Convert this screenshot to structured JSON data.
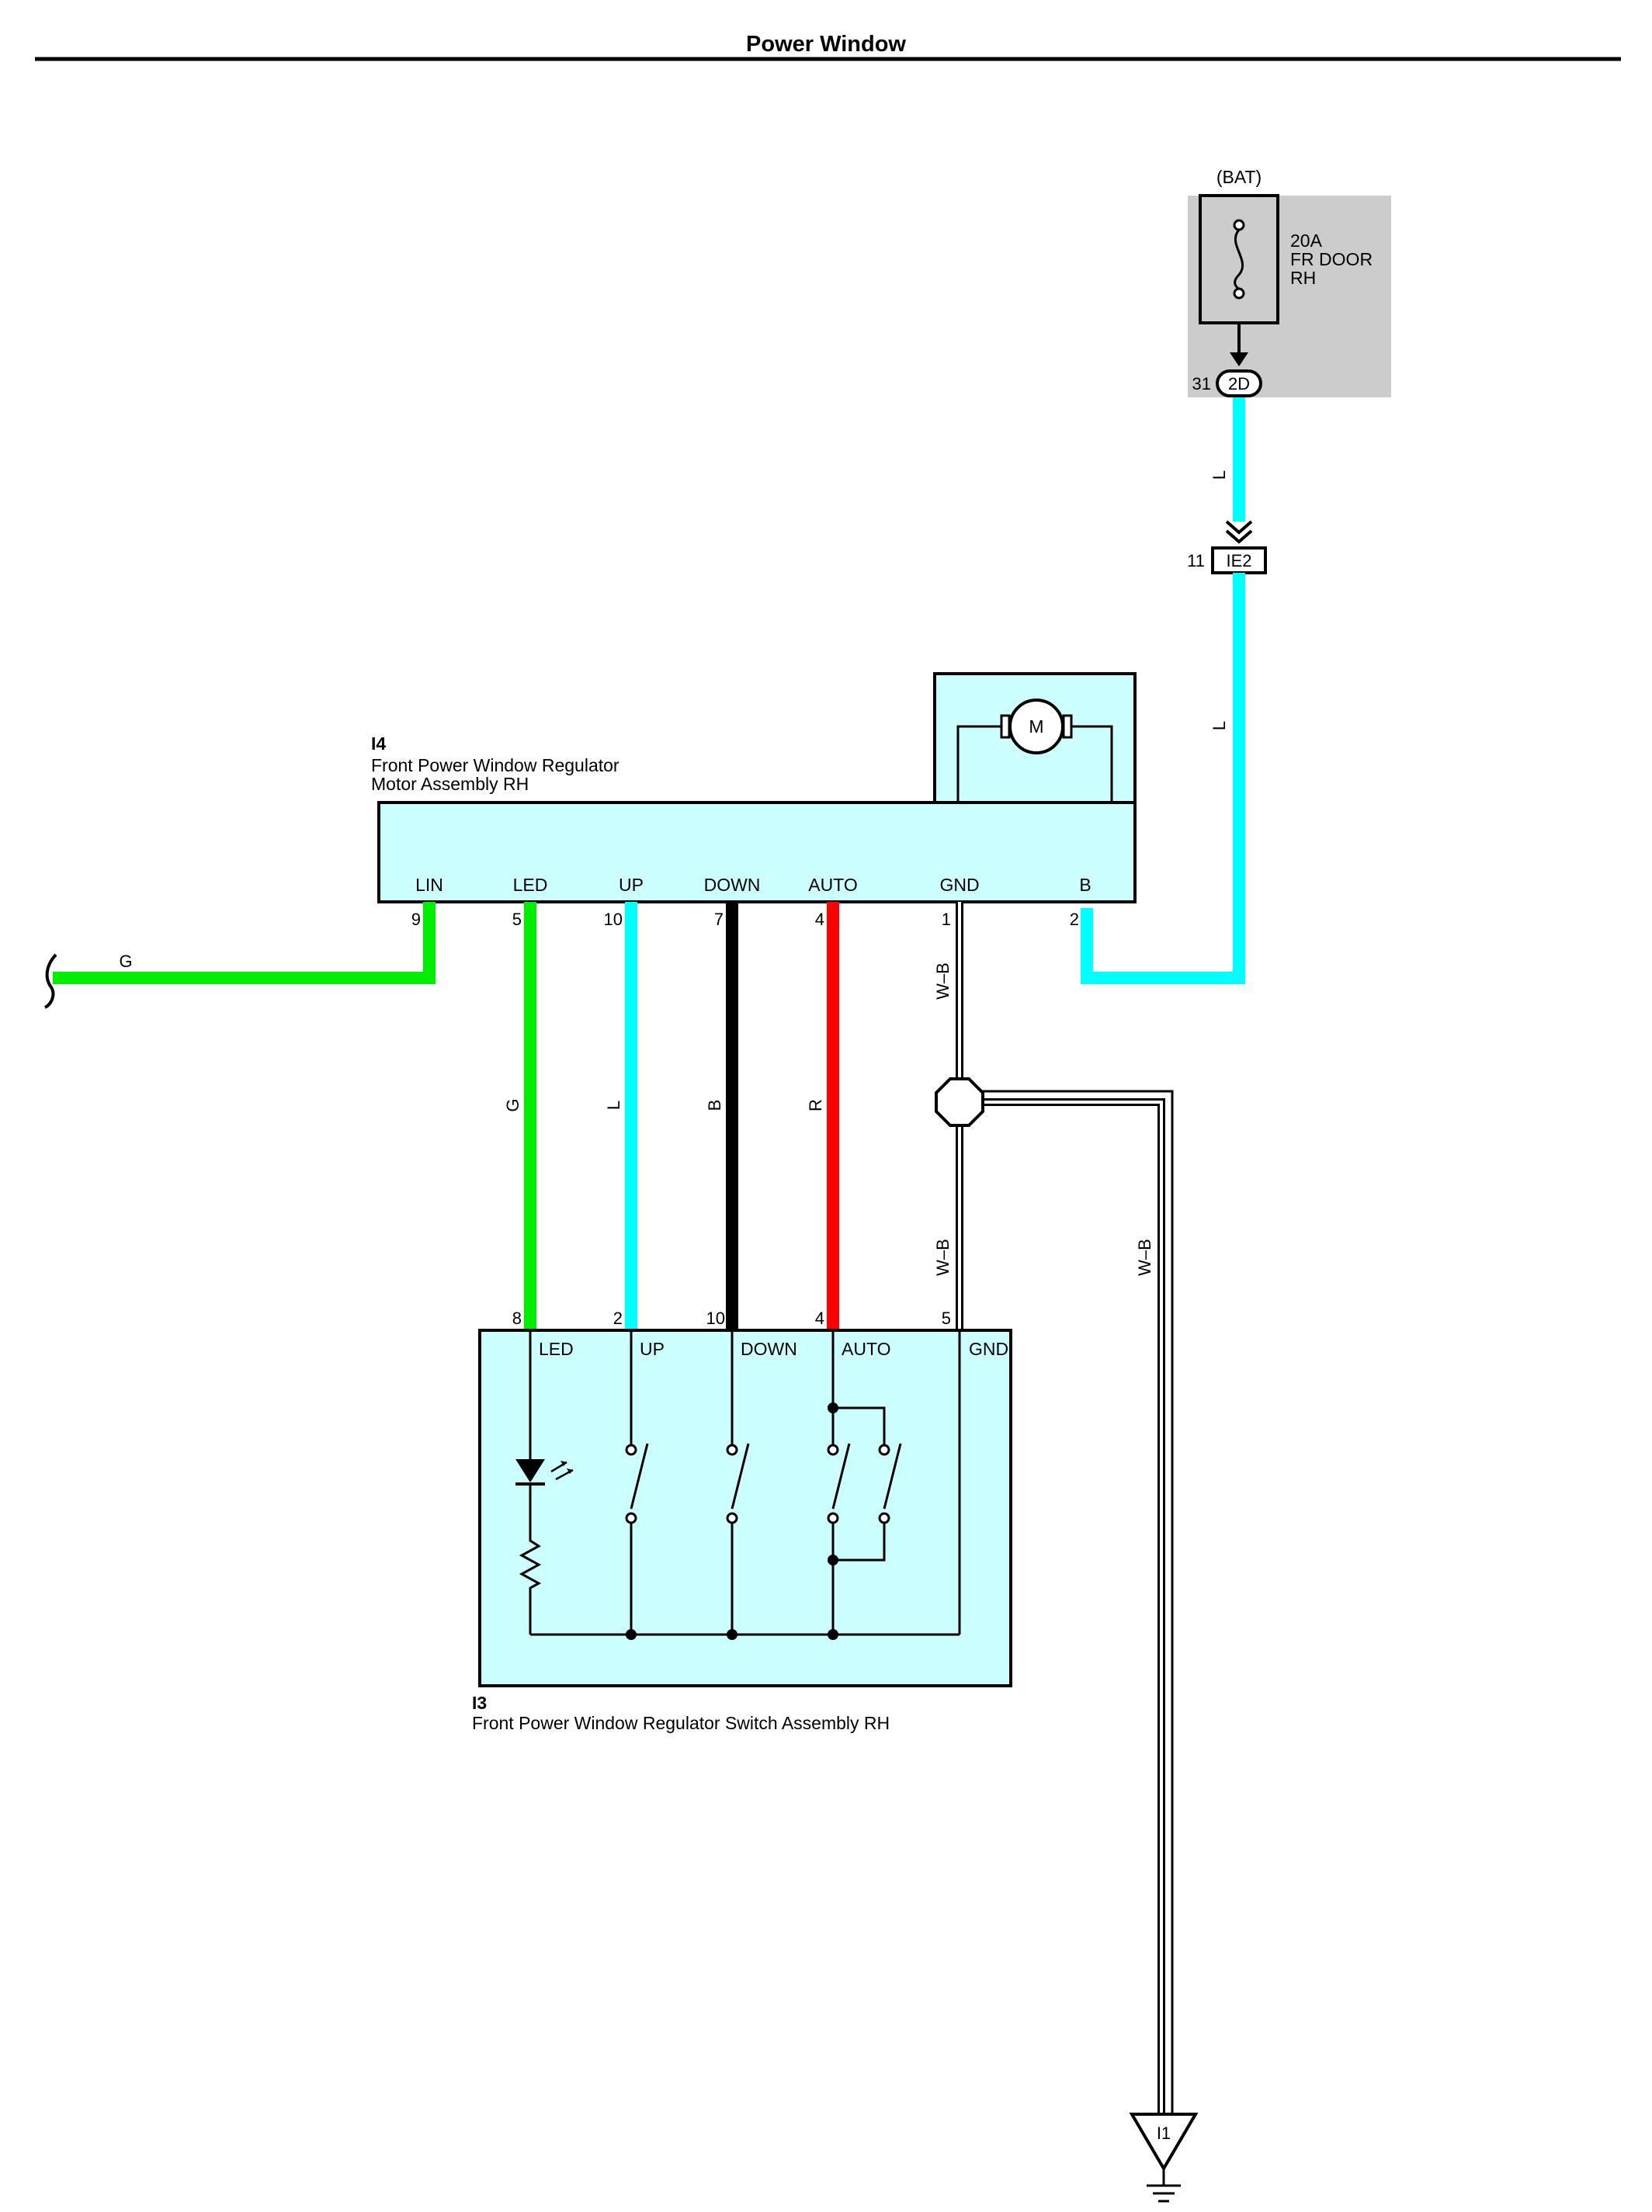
{
  "title": "Power Window",
  "colors": {
    "G": "#00ee00",
    "L": "#00ffff",
    "B": "#000000",
    "R": "#ff0000",
    "box_fill": "#ccffff",
    "fuse_box_fill": "#cccccc"
  },
  "fuse": {
    "source": "(BAT)",
    "rating": "20A",
    "name_line1": "FR DOOR",
    "name_line2": "RH",
    "connector_pin": "31",
    "connector": "2D"
  },
  "junction": {
    "pin": "11",
    "connector": "IE2"
  },
  "motor": {
    "id": "I4",
    "name_line1": "Front Power Window Regulator",
    "name_line2": "Motor Assembly RH",
    "symbol": "M",
    "terminals": [
      {
        "name": "LIN",
        "pin": "9"
      },
      {
        "name": "LED",
        "pin": "5"
      },
      {
        "name": "UP",
        "pin": "10"
      },
      {
        "name": "DOWN",
        "pin": "7"
      },
      {
        "name": "AUTO",
        "pin": "4"
      },
      {
        "name": "GND",
        "pin": "1"
      },
      {
        "name": "B",
        "pin": "2"
      }
    ]
  },
  "switch": {
    "id": "I3",
    "name": "Front Power Window Regulator Switch Assembly RH",
    "terminals": [
      {
        "name": "LED",
        "pin": "8"
      },
      {
        "name": "UP",
        "pin": "2"
      },
      {
        "name": "DOWN",
        "pin": "10"
      },
      {
        "name": "AUTO",
        "pin": "4"
      },
      {
        "name": "GND",
        "pin": "5"
      }
    ]
  },
  "wire_labels": {
    "lin": "G",
    "led": "G",
    "up": "L",
    "down": "B",
    "auto": "R",
    "gnd_top": "W–B",
    "gnd_mid": "W–B",
    "ground_run": "W–B",
    "batt_upper": "L",
    "batt_lower": "L"
  },
  "ground": {
    "id": "I1"
  }
}
